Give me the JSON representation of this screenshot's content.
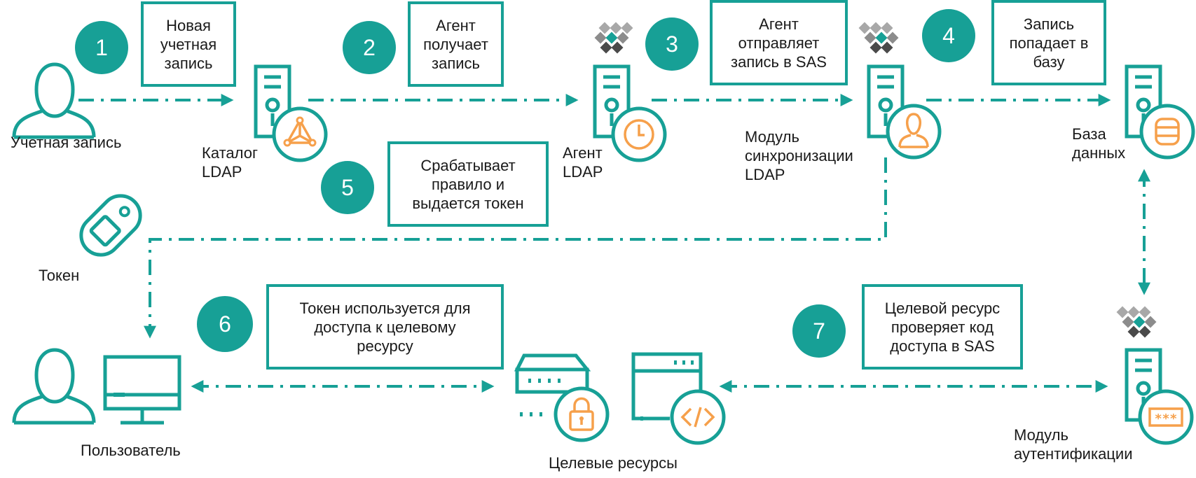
{
  "colors": {
    "accent": "#17a096",
    "orange": "#f6a04b",
    "gray": "#9a9a9a",
    "dark": "#3c3c3c"
  },
  "nodes": {
    "account": "Учетная запись",
    "ldap_catalog": "Каталог\nLDAP",
    "ldap_agent": "Агент\nLDAP",
    "sync_module": "Модуль\nсинхронизации\nLDAP",
    "database": "База\nданных",
    "token": "Токен",
    "user": "Пользователь",
    "target_resources": "Целевые ресурсы",
    "auth_module": "Модуль\nаутентификации"
  },
  "steps": [
    {
      "number": "1",
      "text": "Новая\nучетная\nзапись"
    },
    {
      "number": "2",
      "text": "Агент\nполучает\nзапись"
    },
    {
      "number": "3",
      "text": "Агент\nотправляет\nзапись в SAS"
    },
    {
      "number": "4",
      "text": "Запись\nпопадает в\nбазу"
    },
    {
      "number": "5",
      "text": "Срабатывает\nправило и\nвыдается токен"
    },
    {
      "number": "6",
      "text": "Токен используется для\nдоступа к целевому\nресурсу"
    },
    {
      "number": "7",
      "text": "Целевой ресурс\nпроверяет код\nдоступа в SAS"
    }
  ],
  "icons": [
    "user-icon",
    "server-icon",
    "network-icon",
    "clock-icon",
    "database-icon",
    "token-icon",
    "monitor-icon",
    "lock-icon",
    "code-icon",
    "password-icon",
    "logo-icon"
  ]
}
